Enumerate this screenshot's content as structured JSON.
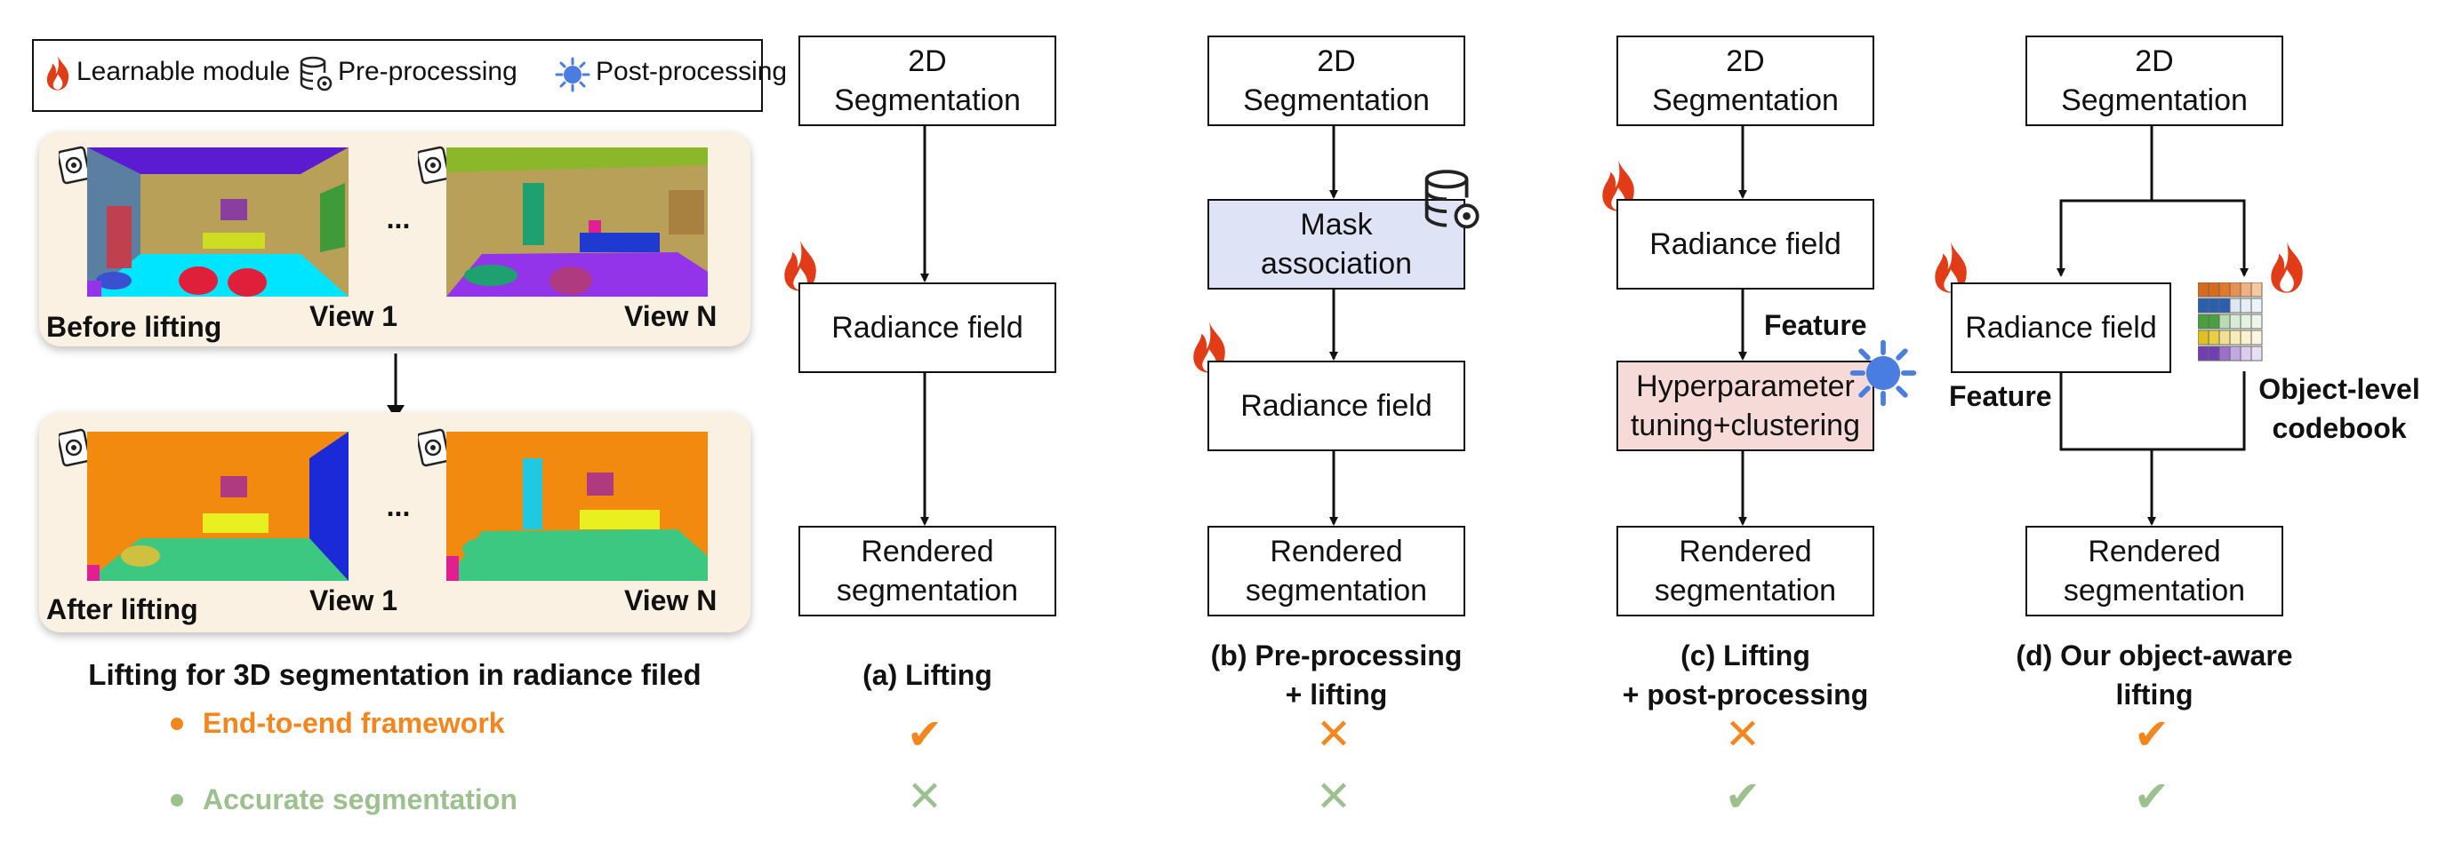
{
  "legend": {
    "learnable": "Learnable module",
    "preprocessing": "Pre-processing",
    "postprocessing": "Post-processing"
  },
  "left": {
    "before": "Before lifting",
    "after": "After lifting",
    "view1": "View 1",
    "viewN": "View N",
    "ellipsis": "...",
    "caption": "Lifting for 3D segmentation in radiance filed"
  },
  "criteria": {
    "end_to_end": "End-to-end framework",
    "accurate": "Accurate segmentation"
  },
  "a": {
    "top": "2D\nSegmentation",
    "mid": "Radiance field",
    "bottom": "Rendered\nsegmentation",
    "caption": "(a) Lifting",
    "e2e": "✔",
    "acc": "✕"
  },
  "b": {
    "top": "2D\nSegmentation",
    "mask": "Mask\nassociation",
    "mid": "Radiance field",
    "bottom": "Rendered\nsegmentation",
    "caption": "(b) Pre-processing\n+ lifting",
    "e2e": "✕",
    "acc": "✕"
  },
  "c": {
    "top": "2D\nSegmentation",
    "mid": "Radiance field",
    "feature": "Feature",
    "post": "Hyperparameter\ntuning+clustering",
    "bottom": "Rendered\nsegmentation",
    "caption": "(c) Lifting\n+ post-processing",
    "e2e": "✕",
    "acc": "✔"
  },
  "d": {
    "top": "2D\nSegmentation",
    "mid": "Radiance field",
    "feature": "Feature",
    "codebook": "Object-level\ncodebook",
    "bottom": "Rendered\nsegmentation",
    "caption": "(d) Our object-aware\nlifting",
    "e2e": "✔",
    "acc": "✔"
  },
  "colors": {
    "orange": "#f4861f",
    "green": "#9cc18f",
    "mask_fill": "#dfe3f6",
    "post_fill": "#f6dad8",
    "panel": "#fbf1e2",
    "flame": "#e23b17"
  }
}
